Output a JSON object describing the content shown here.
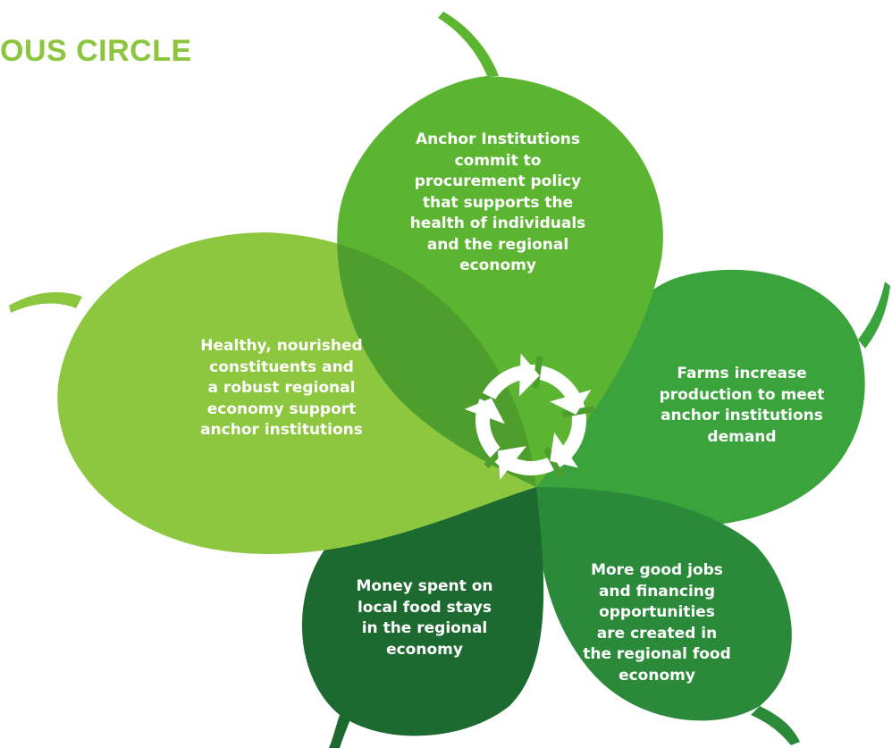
{
  "title": "OUS CIRCLE",
  "colors": {
    "title": "#8cc63f",
    "leaf_top": "#5cb531",
    "leaf_left": "#8dc63f",
    "leaf_right": "#3aa33c",
    "leaf_bottom_left": "#1d6a30",
    "leaf_bottom_right": "#2a8a3a",
    "overlap": "#4e9e2e",
    "cycle_arrows": "#ffffff"
  },
  "leaves": {
    "top": [
      "Anchor Institutions",
      "commit to",
      "procurement policy",
      "that supports the",
      "health of individuals",
      "and the regional",
      "economy"
    ],
    "left": [
      "Healthy, nourished",
      "constituents and",
      "a robust regional",
      "economy support",
      "anchor institutions"
    ],
    "right": [
      "Farms increase",
      "production to meet",
      "anchor institutions",
      "demand"
    ],
    "bottom_left": [
      "Money spent on",
      "local food stays",
      "in the regional",
      "economy"
    ],
    "bottom_right": [
      "More good jobs",
      "and financing",
      "opportunities",
      "are created in",
      "the regional food",
      "economy"
    ]
  },
  "center_icon": "cycle-arrows-icon"
}
